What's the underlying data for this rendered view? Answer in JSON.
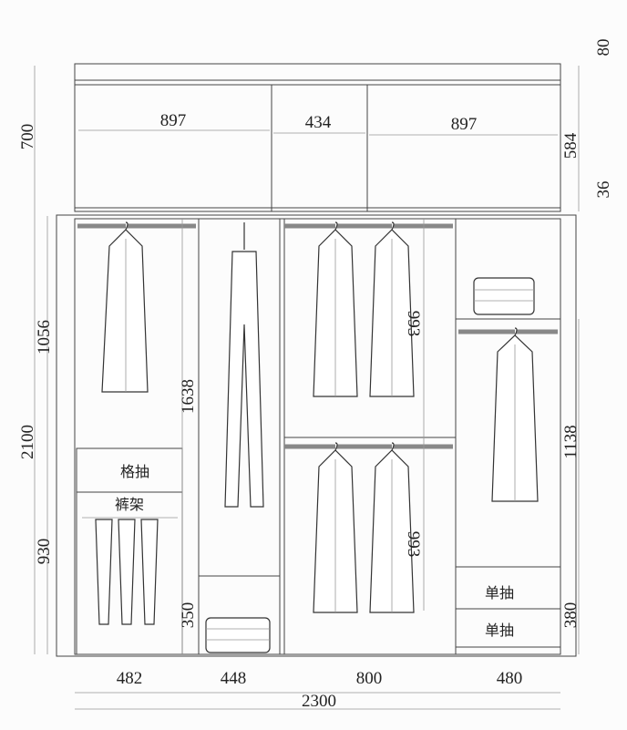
{
  "dimensions": {
    "top_height": "700",
    "top_left_width": "897",
    "top_mid_width": "434",
    "top_right_width": "897",
    "top_inner_height": "584",
    "top_trim": "80",
    "top_bottom": "36",
    "lower_height": "2100",
    "left_upper": "1056",
    "left_lower": "930",
    "col2_hang": "1638",
    "col2_bottom": "350",
    "col3_upper": "993",
    "col3_lower": "993",
    "col4_hang": "1138",
    "col4_drawers": "380",
    "w1": "482",
    "w2": "448",
    "w3": "800",
    "w4": "480",
    "total_width": "2300"
  },
  "labels": {
    "grid_drawer": "格抽",
    "trouser_rack": "裤架",
    "drawer_1": "单抽",
    "drawer_2": "单抽"
  }
}
